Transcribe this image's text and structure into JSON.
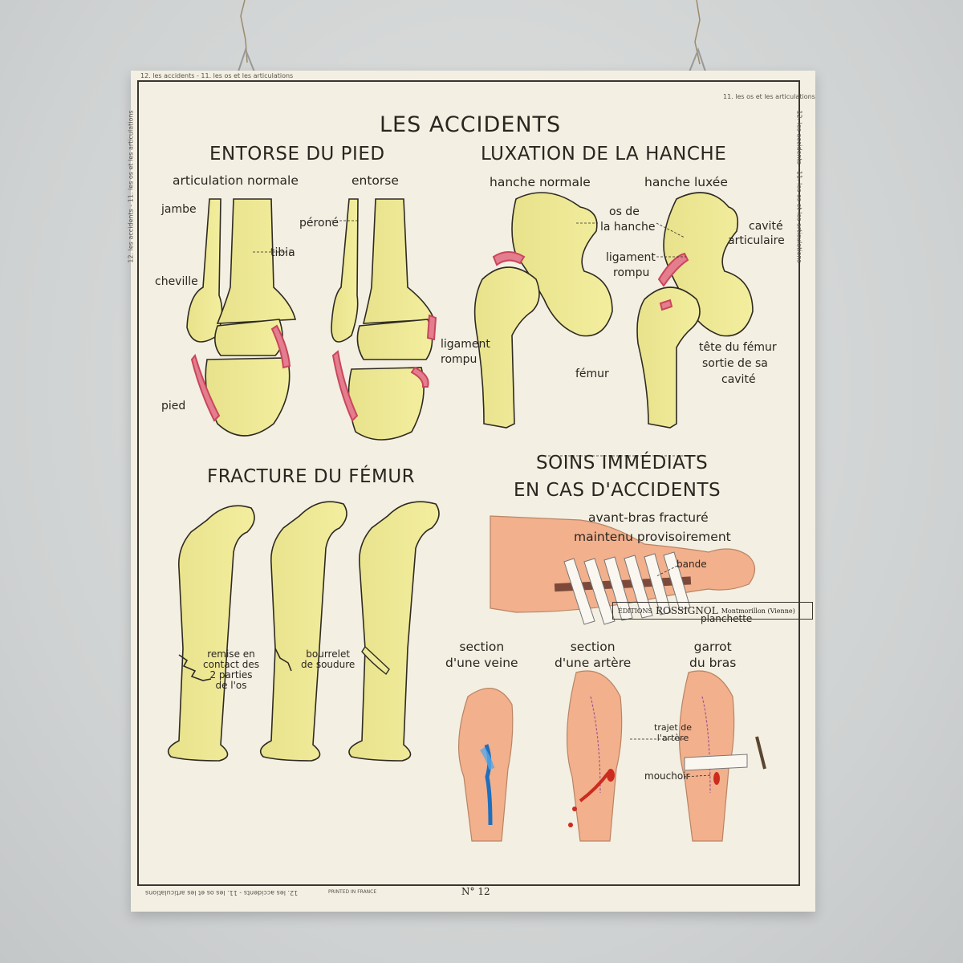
{
  "poster": {
    "title": "LES ACCIDENTS",
    "number": "N° 12",
    "printed": "PRINTED IN FRANCE",
    "publisher_prefix": "ÉDITIONS",
    "publisher_name": "ROSSIGNOL",
    "publisher_place": "Montmorillon (Vienne)",
    "margin_left": "12. les accidents - 11. les os et les articulations",
    "margin_right": "12. les accidents - 11. les os et les articulations",
    "margin_bottom": "12. les accidents - 11. les os et les articulations",
    "margin_top_left": "12. les accidents - 11. les os et les articulations",
    "margin_top_right": "11. les os et les articulations"
  },
  "entorse": {
    "title": "ENTORSE DU PIED",
    "normal": "articulation normale",
    "sprain": "entorse",
    "jambe": "jambe",
    "tibia": "tibia",
    "cheville": "cheville",
    "pied": "pied",
    "perone": "péroné",
    "ligament": "ligament",
    "rompu": "rompu"
  },
  "luxation": {
    "title": "LUXATION DE LA HANCHE",
    "normal": "hanche normale",
    "dislocated": "hanche luxée",
    "os_de": "os de",
    "la_hanche": "la hanche",
    "ligament": "ligament",
    "rompu": "rompu",
    "cavite": "cavité",
    "articulaire": "articulaire",
    "tete1": "tête du fémur",
    "tete2": "sortie de sa",
    "tete3": "cavité",
    "femur": "fémur"
  },
  "fracture": {
    "title": "FRACTURE DU FÉMUR",
    "remise1": "remise en",
    "remise2": "contact des",
    "remise3": "2 parties",
    "remise4": "de l'os",
    "bourrelet1": "bourrelet",
    "bourrelet2": "de soudure"
  },
  "soins": {
    "title1": "SOINS IMMÉDIATS",
    "title2": "EN CAS D'ACCIDENTS",
    "avant1": "avant-bras fracturé",
    "avant2": "maintenu provisoirement",
    "bande": "bande",
    "planchette": "planchette",
    "veine1": "section",
    "veine2": "d'une veine",
    "artere1": "section",
    "artere2": "d'une artère",
    "garrot1": "garrot",
    "garrot2": "du bras",
    "trajet1": "trajet de",
    "trajet2": "l'artère",
    "mouchoir": "mouchoir"
  },
  "colors": {
    "bone": "#efe99a",
    "bone_shadow": "#c9c264",
    "ligament": "#d9677a",
    "skin": "#f2b08c",
    "paper": "#f3efe2",
    "wall": "#d2d5d5"
  }
}
